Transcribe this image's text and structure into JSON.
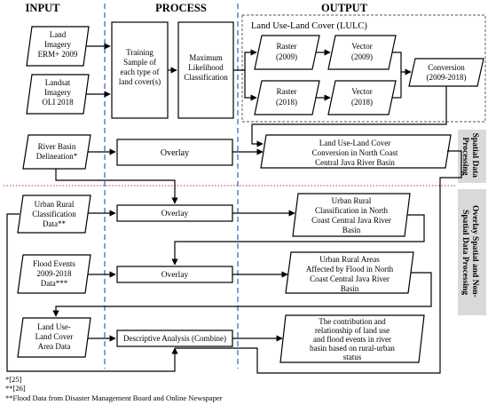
{
  "headers": {
    "input": "INPUT",
    "process": "PROCESS",
    "output": "OUTPUT"
  },
  "lulc_group_title": "Land Use-Land Cover (LULC)",
  "inputs": {
    "land_imagery": [
      "Land",
      "Imagery",
      "ERM+ 2009"
    ],
    "landsat_imagery": [
      "Landsat",
      "Imagery",
      "OLI 2018"
    ],
    "river_basin": [
      "River Basin",
      "Delineation*"
    ],
    "urban_rural": [
      "Urban Rural",
      "Classification",
      "Data**"
    ],
    "flood_events": [
      "Flood Events",
      "2009-2018",
      "Data***"
    ],
    "land_use_area": [
      "Land Use-",
      "Land Cover",
      "Area Data"
    ]
  },
  "process": {
    "training": [
      "Training",
      "Sample of",
      "each type of",
      "land cover(s)"
    ],
    "mlc": [
      "Maximum",
      "Likelihood",
      "Classification"
    ],
    "overlay_1": "Overlay",
    "overlay_2": "Overlay",
    "overlay_3": "Overlay",
    "descriptive": "Descriptive Analysis (Combine)"
  },
  "lulc": {
    "raster_2009": [
      "Raster",
      "(2009)"
    ],
    "vector_2009": [
      "Vector",
      "(2009)"
    ],
    "raster_2018": [
      "Raster",
      "(2018)"
    ],
    "vector_2018": [
      "Vector",
      "(2018)"
    ],
    "conversion": [
      "Conversion",
      "(2009-2018)"
    ]
  },
  "outputs": {
    "lulc_conversion": [
      "Land Use-Land Cover",
      "Conversion in North Coast",
      "Central Java River Basin"
    ],
    "urban_rural_class": [
      "Urban Rural",
      "Classification in North",
      "Coast Central Java River",
      "Basin"
    ],
    "flood_areas": [
      "Urban Rural Areas",
      "Affected by Flood in North",
      "Coast Central Java River",
      "Basin"
    ],
    "contribution": [
      "The contribution and",
      "relationship of land use",
      "and flood events in river",
      "basin based on rural-urban",
      "status"
    ]
  },
  "side_labels": {
    "spatial": [
      "Spatial Data",
      "Processing"
    ],
    "overlay_spatial": [
      "Overlay Spatial and Non-",
      "Spatial Data Processing"
    ]
  },
  "footnotes": [
    "*[25]",
    "**[26]",
    "**Flood Data from Disaster Management Board and Online Newspaper"
  ]
}
